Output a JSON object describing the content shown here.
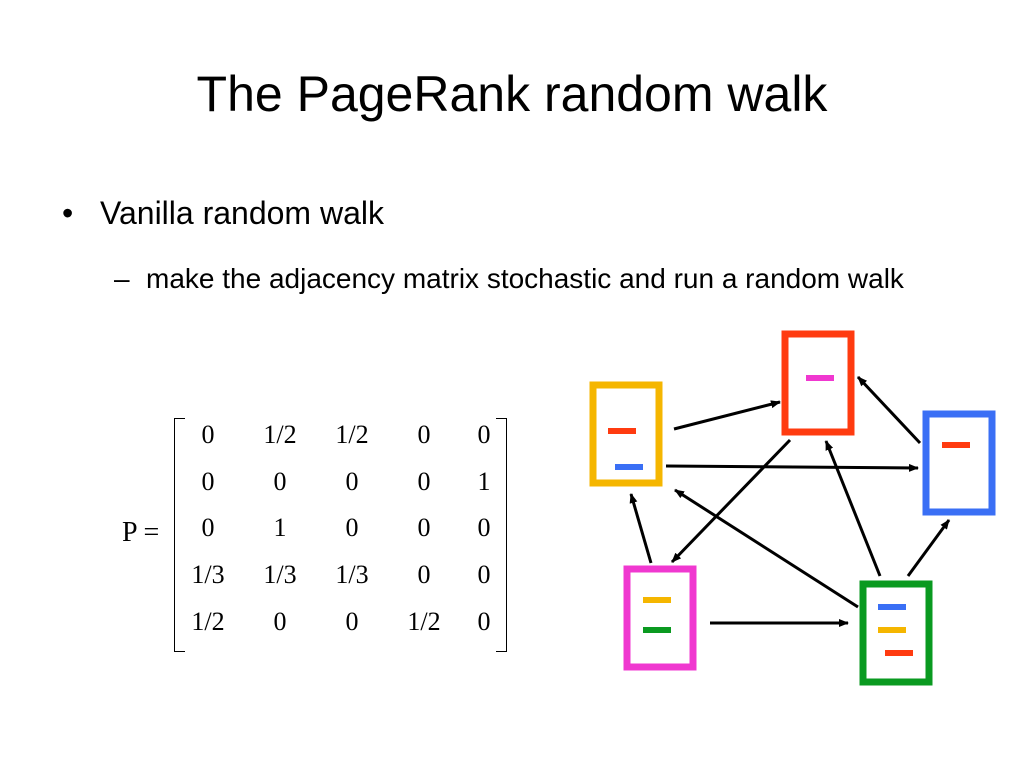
{
  "slide": {
    "title": "The PageRank random walk",
    "bullet_1": {
      "marker": "•",
      "text": "Vanilla random walk"
    },
    "sub_bullet_1": {
      "marker": "–",
      "text": "make the adjacency matrix stochastic and run a random walk"
    }
  },
  "matrix": {
    "label": "P =",
    "rows": [
      [
        "0",
        "1/2",
        "1/2",
        "0",
        "0"
      ],
      [
        "0",
        "0",
        "0",
        "0",
        "1"
      ],
      [
        "0",
        "1",
        "0",
        "0",
        "0"
      ],
      [
        "1/3",
        "1/3",
        "1/3",
        "0",
        "0"
      ],
      [
        "1/2",
        "0",
        "0",
        "1/2",
        "0"
      ]
    ]
  },
  "graph": {
    "nodes": [
      {
        "id": "orange",
        "color": "#f5b600",
        "marks": [
          "#ff3b10",
          "#3a6ff5"
        ]
      },
      {
        "id": "red",
        "color": "#ff3b10",
        "marks": [
          "#f038d0"
        ]
      },
      {
        "id": "blue",
        "color": "#3a6ff5",
        "marks": [
          "#ff3b10"
        ]
      },
      {
        "id": "magenta",
        "color": "#f038d0",
        "marks": [
          "#f5b600",
          "#0a9a20"
        ]
      },
      {
        "id": "green",
        "color": "#0a9a20",
        "marks": [
          "#3a6ff5",
          "#f5b600",
          "#ff3b10"
        ]
      }
    ],
    "edges": [
      [
        "orange",
        "red"
      ],
      [
        "orange",
        "blue"
      ],
      [
        "red",
        "magenta"
      ],
      [
        "blue",
        "red"
      ],
      [
        "magenta",
        "orange"
      ],
      [
        "magenta",
        "green"
      ],
      [
        "green",
        "red"
      ],
      [
        "green",
        "blue"
      ],
      [
        "green",
        "orange"
      ]
    ]
  }
}
